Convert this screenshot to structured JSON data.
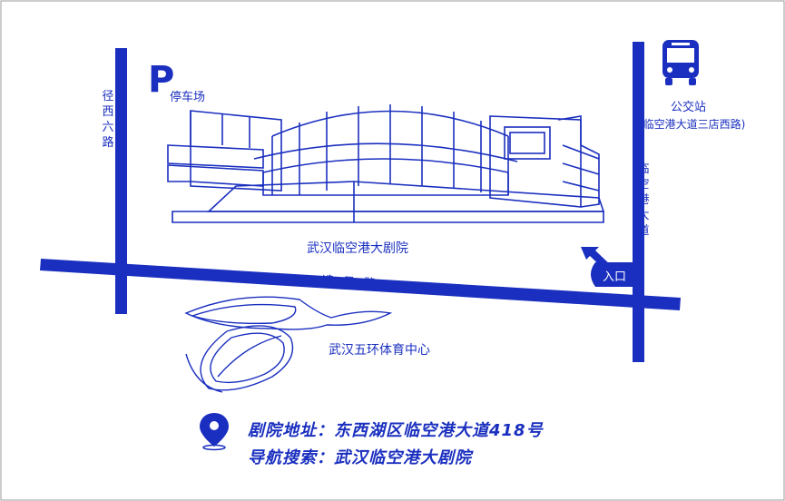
{
  "colors": {
    "accent": "#1a2fbf",
    "background": "#ffffff"
  },
  "roads": {
    "left_road": "径西六路",
    "right_road": "临空港大道",
    "main_road": "凌云路"
  },
  "parking": {
    "symbol": "P",
    "label": "停车场"
  },
  "bus_stop": {
    "icon": "bus-icon",
    "label": "公交站",
    "detail": "(临空港大道三店西路)"
  },
  "entrance": {
    "label": "入口"
  },
  "places": {
    "theater": "武汉临空港大剧院",
    "sports_center": "武汉五环体育中心"
  },
  "address": {
    "icon": "location-pin-icon",
    "line1": "剧院地址：东西湖区临空港大道418号",
    "line2": "导航搜索：武汉临空港大剧院"
  }
}
